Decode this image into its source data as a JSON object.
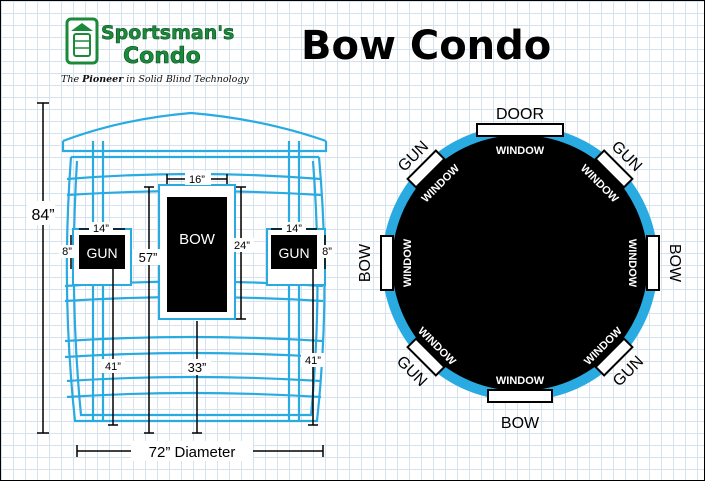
{
  "logo": {
    "brand_line1": "Sportsman's",
    "brand_line2": "Condo",
    "tagline_prefix": "The",
    "tagline_bold": "Pioneer",
    "tagline_rest": "in Solid Blind Technology"
  },
  "title": "Bow Condo",
  "side_view": {
    "height_label": "84”",
    "diameter_label": "72” Diameter",
    "bow_window": {
      "label": "BOW",
      "width_label": "16”",
      "height_label": "24”",
      "sill_label": "57”",
      "floor_label": "33”"
    },
    "gun_left": {
      "label": "GUN",
      "width_label": "14”",
      "height_label": "8”",
      "floor_label": "41”"
    },
    "gun_right": {
      "label": "GUN",
      "width_label": "14”",
      "height_label": "8”",
      "floor_label": "41”"
    }
  },
  "top_view": {
    "door_label": "DOOR",
    "window_label": "WINDOW",
    "labels": {
      "gun_nw": "GUN",
      "gun_ne": "GUN",
      "gun_sw": "GUN",
      "gun_se": "GUN",
      "bow_w": "BOW",
      "bow_e": "BOW",
      "bow_s": "BOW"
    }
  },
  "colors": {
    "blind_blue": "#29abe2",
    "logo_green": "#1a8a3a",
    "grid": "#d6e3ef"
  }
}
